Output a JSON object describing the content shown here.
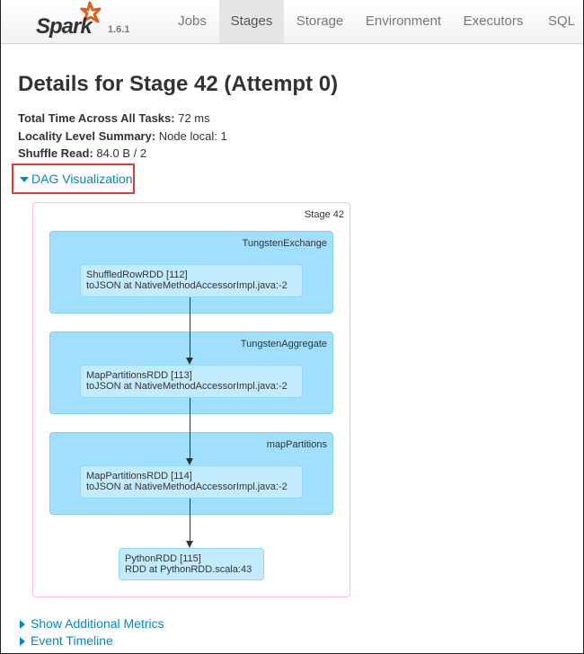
{
  "nav": {
    "logo": "Spark",
    "version": "1.6.1",
    "tabs": [
      {
        "label": "Jobs",
        "active": false
      },
      {
        "label": "Stages",
        "active": true
      },
      {
        "label": "Storage",
        "active": false
      },
      {
        "label": "Environment",
        "active": false
      },
      {
        "label": "Executors",
        "active": false
      },
      {
        "label": "SQL",
        "active": false
      }
    ]
  },
  "page": {
    "title": "Details for Stage 42 (Attempt 0)",
    "summary": [
      {
        "label": "Total Time Across All Tasks:",
        "value": "72 ms"
      },
      {
        "label": "Locality Level Summary:",
        "value": "Node local: 1"
      },
      {
        "label": "Shuffle Read:",
        "value": "84.0 B / 2"
      }
    ],
    "dag_toggle": "DAG Visualization",
    "additional_metrics": "Show Additional Metrics",
    "event_timeline": "Event Timeline"
  },
  "dag": {
    "stage_label": "Stage 42",
    "clusters": [
      {
        "label": "TungstenExchange",
        "node": {
          "name": "ShuffledRowRDD [112]",
          "callsite": "toJSON at NativeMethodAccessorImpl.java:-2"
        }
      },
      {
        "label": "TungstenAggregate",
        "node": {
          "name": "MapPartitionsRDD [113]",
          "callsite": "toJSON at NativeMethodAccessorImpl.java:-2"
        }
      },
      {
        "label": "mapPartitions",
        "node": {
          "name": "MapPartitionsRDD [114]",
          "callsite": "toJSON at NativeMethodAccessorImpl.java:-2"
        }
      }
    ],
    "final_node": {
      "name": "PythonRDD [115]",
      "callsite": "RDD at PythonRDD.scala:43"
    },
    "colors": {
      "cluster_fill": "#a0dfff",
      "node_fill": "#c3ebff",
      "stage_border": "#ffc0cb",
      "link": "#0088cc",
      "highlight": "#e53935"
    }
  }
}
